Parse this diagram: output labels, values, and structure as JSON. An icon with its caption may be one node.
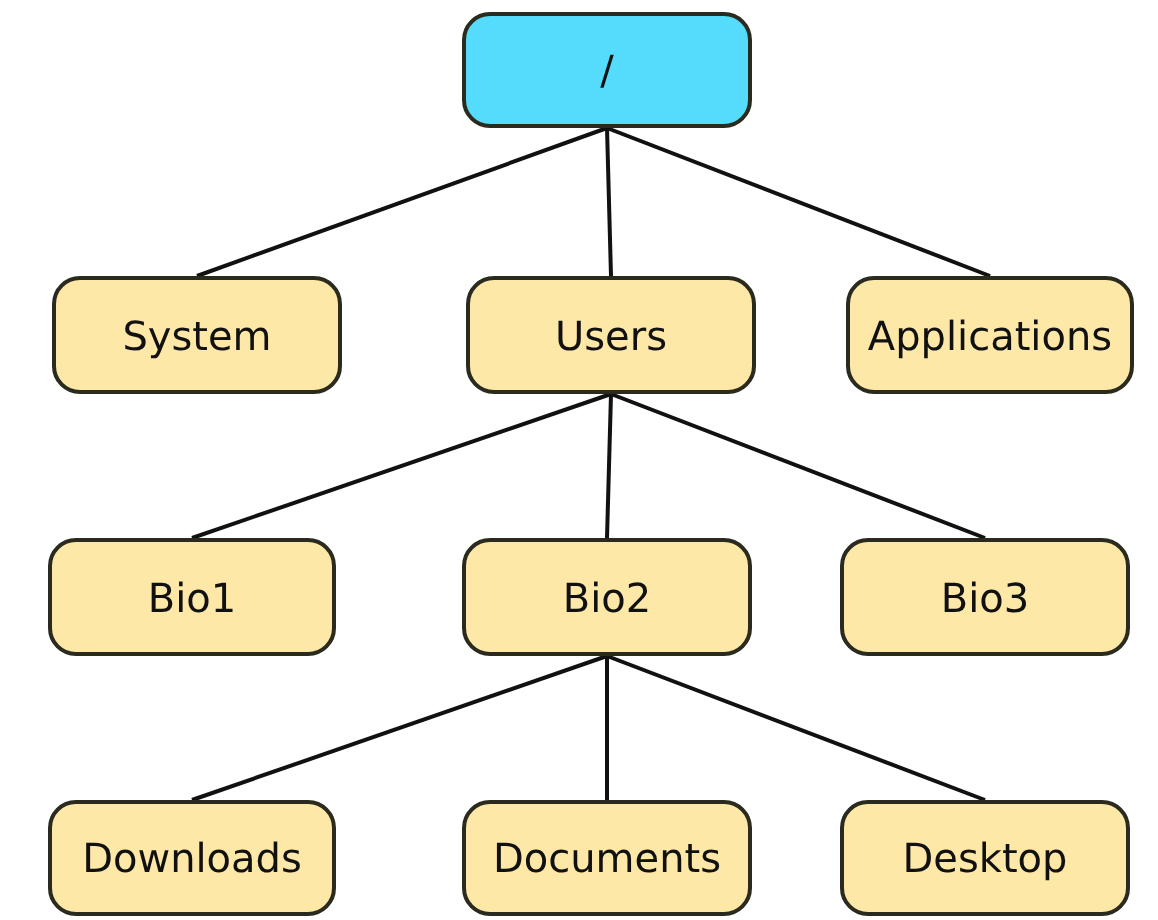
{
  "diagram": {
    "nodes": [
      {
        "text": [
          "/"
        ]
      },
      {
        "text": [
          "System"
        ]
      },
      {
        "text": [
          "Users"
        ]
      },
      {
        "text": [
          "Applications"
        ]
      },
      {
        "text": [
          "Bio1"
        ]
      },
      {
        "text": [
          "Bio2"
        ]
      },
      {
        "text": [
          "Bio3"
        ]
      },
      {
        "text": [
          "Downloads"
        ]
      },
      {
        "text": [
          "Documents"
        ]
      },
      {
        "text": [
          "Desktop"
        ]
      }
    ],
    "edges": [
      {
        "from": 0,
        "to": 1,
        "arrow": "none"
      },
      {
        "from": 0,
        "to": 2,
        "arrow": "none"
      },
      {
        "from": 0,
        "to": 3,
        "arrow": "none"
      },
      {
        "from": 2,
        "to": 4,
        "arrow": "none"
      },
      {
        "from": 2,
        "to": 5,
        "arrow": "none"
      },
      {
        "from": 2,
        "to": 6,
        "arrow": "none"
      },
      {
        "from": 5,
        "to": 7,
        "arrow": "none"
      },
      {
        "from": 5,
        "to": 8,
        "arrow": "none"
      },
      {
        "from": 5,
        "to": 9,
        "arrow": "none"
      }
    ]
  }
}
